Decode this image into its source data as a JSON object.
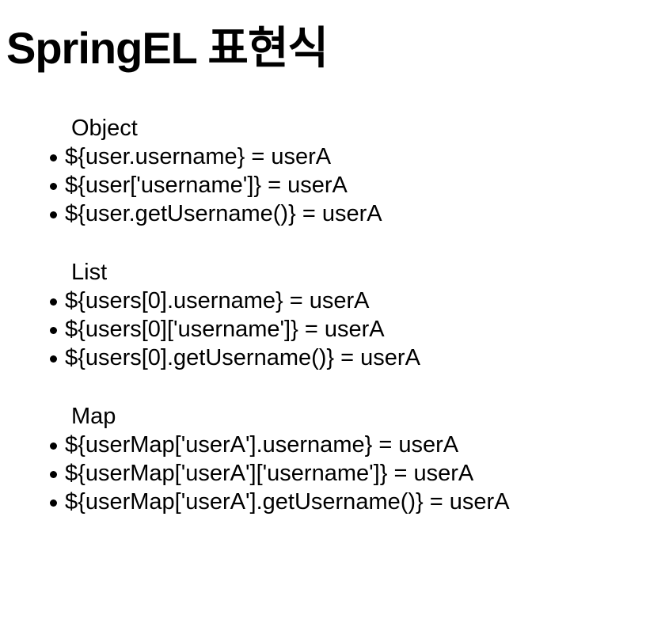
{
  "colors": {
    "background": "#ffffff",
    "text": "#000000"
  },
  "title": "SpringEL 표현식",
  "sections": [
    {
      "label": "Object",
      "items": [
        "${user.username} = userA",
        "${user['username']} = userA",
        "${user.getUsername()} = userA"
      ]
    },
    {
      "label": "List",
      "items": [
        "${users[0].username} = userA",
        "${users[0]['username']} = userA",
        "${users[0].getUsername()} = userA"
      ]
    },
    {
      "label": "Map",
      "items": [
        "${userMap['userA'].username} = userA",
        "${userMap['userA']['username']} = userA",
        "${userMap['userA'].getUsername()} = userA"
      ]
    }
  ]
}
